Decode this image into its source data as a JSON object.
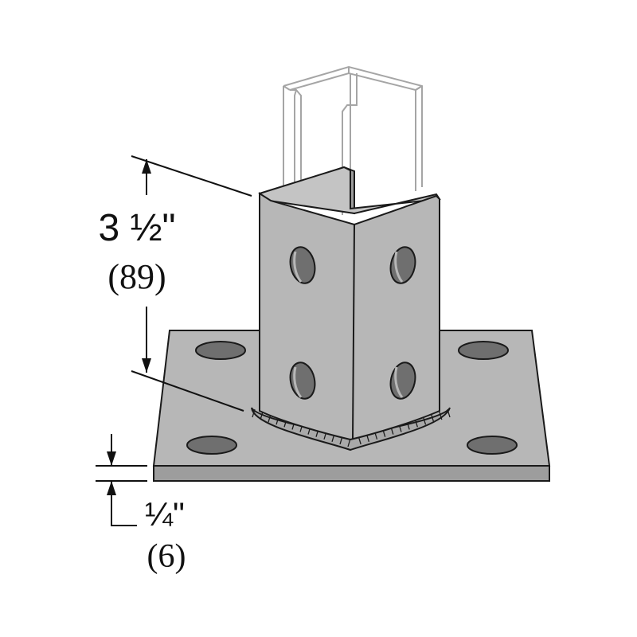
{
  "dimensions": {
    "post_height": {
      "imperial": "3 ½\"",
      "metric": "(89)"
    },
    "plate_thickness": {
      "imperial": "¼\"",
      "metric": "(6)"
    }
  },
  "colors": {
    "steel": "#b7b7b7",
    "steel_dark": "#8e8e8e",
    "hole": "#6f6f6f",
    "outline": "#1a1a1a",
    "channel_outline": "#9a9a9a"
  }
}
